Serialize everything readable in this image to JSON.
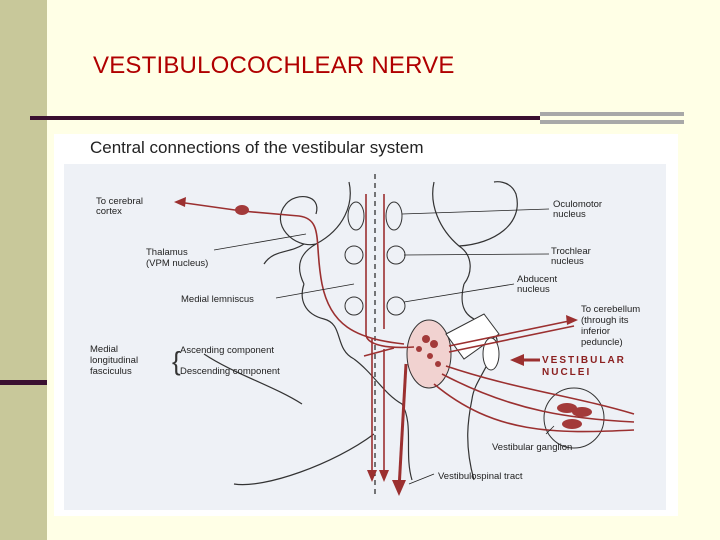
{
  "slide": {
    "title": "VESTIBULOCOCHLEAR NERVE"
  },
  "figure": {
    "title": "Central connections of the vestibular system",
    "labels": {
      "cerebral_cortex_1": "To cerebral",
      "cerebral_cortex_2": "cortex",
      "thalamus_1": "Thalamus",
      "thalamus_2": "(VPM nucleus)",
      "medial_lemniscus": "Medial lemniscus",
      "mlf_1": "Medial",
      "mlf_2": "longitudinal",
      "mlf_3": "fasciculus",
      "ascending": "Ascending component",
      "descending": "Descending component",
      "oculomotor_1": "Oculomotor",
      "oculomotor_2": "nucleus",
      "trochlear_1": "Trochlear",
      "trochlear_2": "nucleus",
      "abducent_1": "Abducent",
      "abducent_2": "nucleus",
      "cerebellum_1": "To cerebellum",
      "cerebellum_2": "(through its",
      "cerebellum_3": "inferior",
      "cerebellum_4": "peduncle)",
      "vestibular_nuclei_1": "VESTIBULAR",
      "vestibular_nuclei_2": "NUCLEI",
      "vestibular_ganglion": "Vestibular ganglion",
      "vestibulospinal": "Vestibulospinal tract"
    }
  },
  "colors": {
    "title": "#b00000",
    "pathway": "#9b3030",
    "rule": "#3a1030",
    "left_bar": "#c8c89a",
    "background": "#ffffe6"
  }
}
